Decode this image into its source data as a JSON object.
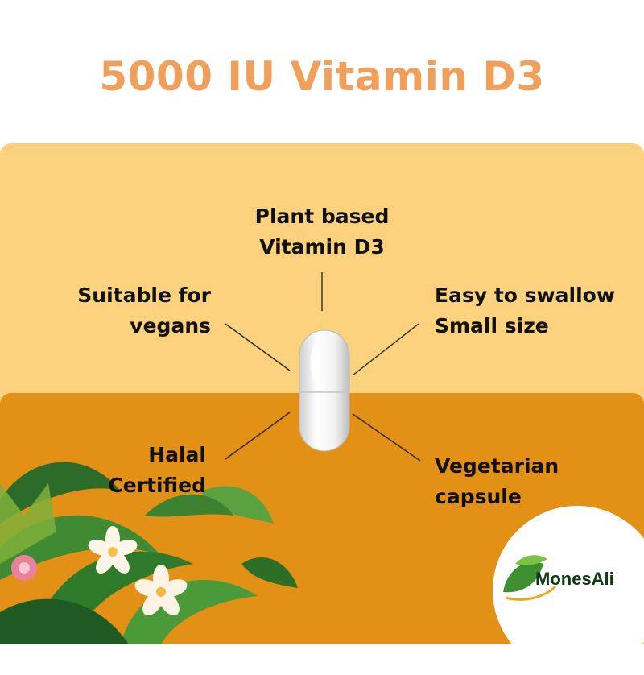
{
  "title": "5000 IU Vitamin D3",
  "features": {
    "top": [
      "Plant based",
      "Vitamin D3"
    ],
    "upper_left": [
      "Suitable for",
      "vegans"
    ],
    "upper_right": [
      "Easy to swallow",
      "Small size"
    ],
    "lower_left": [
      "Halal",
      "Certified"
    ],
    "lower_right": [
      "Vegetarian",
      "capsule"
    ]
  },
  "logo": {
    "text": "MonesAli",
    "icon": "leaf-icon"
  },
  "colors": {
    "title": "#F1A05C",
    "panel_top": "#FCD27E",
    "panel_bottom": "#E39016",
    "text": "#111111",
    "lines": "#2a2a2a"
  }
}
